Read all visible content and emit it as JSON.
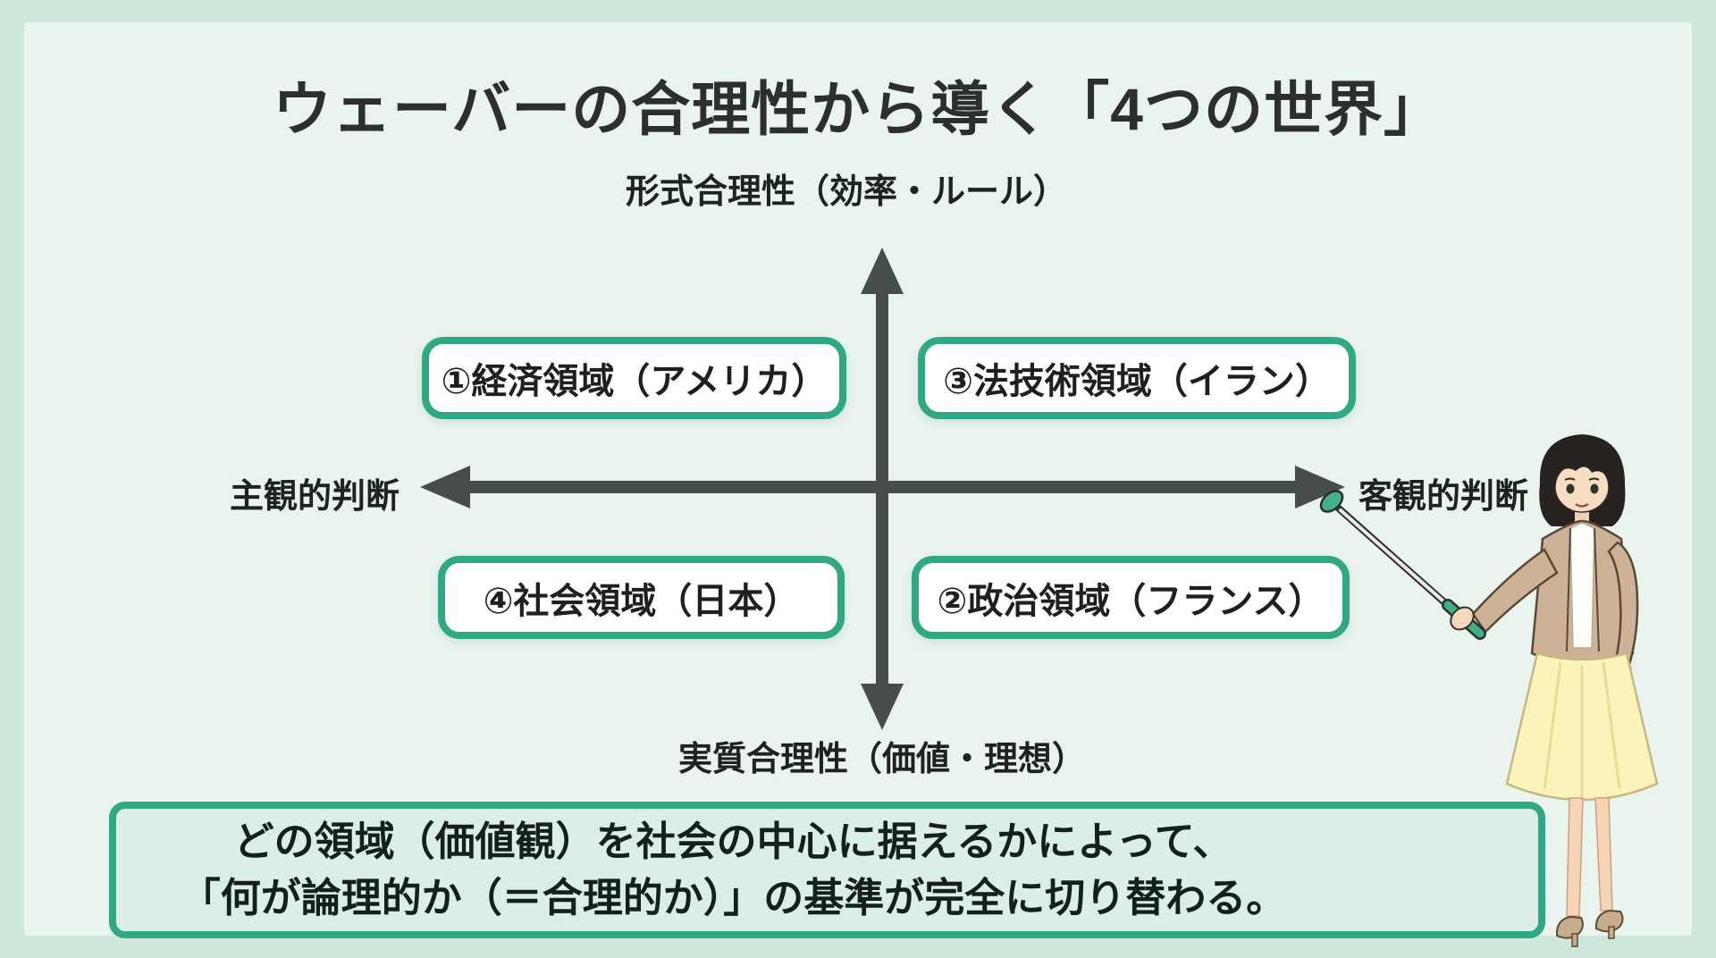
{
  "title": "ウェーバーの合理性から導く「4つの世界」",
  "axes": {
    "top": "形式合理性（効率・ルール）",
    "bottom": "実質合理性（価値・理想）",
    "left": "主観的判断",
    "right": "客観的判断"
  },
  "quadrants": [
    {
      "position": "top-left",
      "label": "①経済領域（アメリカ）"
    },
    {
      "position": "top-right",
      "label": "③法技術領域（イラン）"
    },
    {
      "position": "bottom-left",
      "label": "④社会領域（日本）"
    },
    {
      "position": "bottom-right",
      "label": "②政治領域（フランス）"
    }
  ],
  "summary": {
    "line1": "どの領域（価値観）を社会の中心に据えるかによって、",
    "line2": "「何が論理的か（＝合理的か）」の基準が完全に切り替わる。"
  },
  "icons": {
    "axes": "four-direction-quadrant-arrows",
    "presenter": "woman-presenter-with-pointer-stick"
  },
  "colors": {
    "background_outer": "#cde8da",
    "background_inner": "#e9f4ee",
    "accent_green": "#2fa884",
    "box_fill": "#ffffff",
    "summary_fill": "#dcefe6",
    "axis_arrow": "#474e4a",
    "text": "#1e2220"
  }
}
